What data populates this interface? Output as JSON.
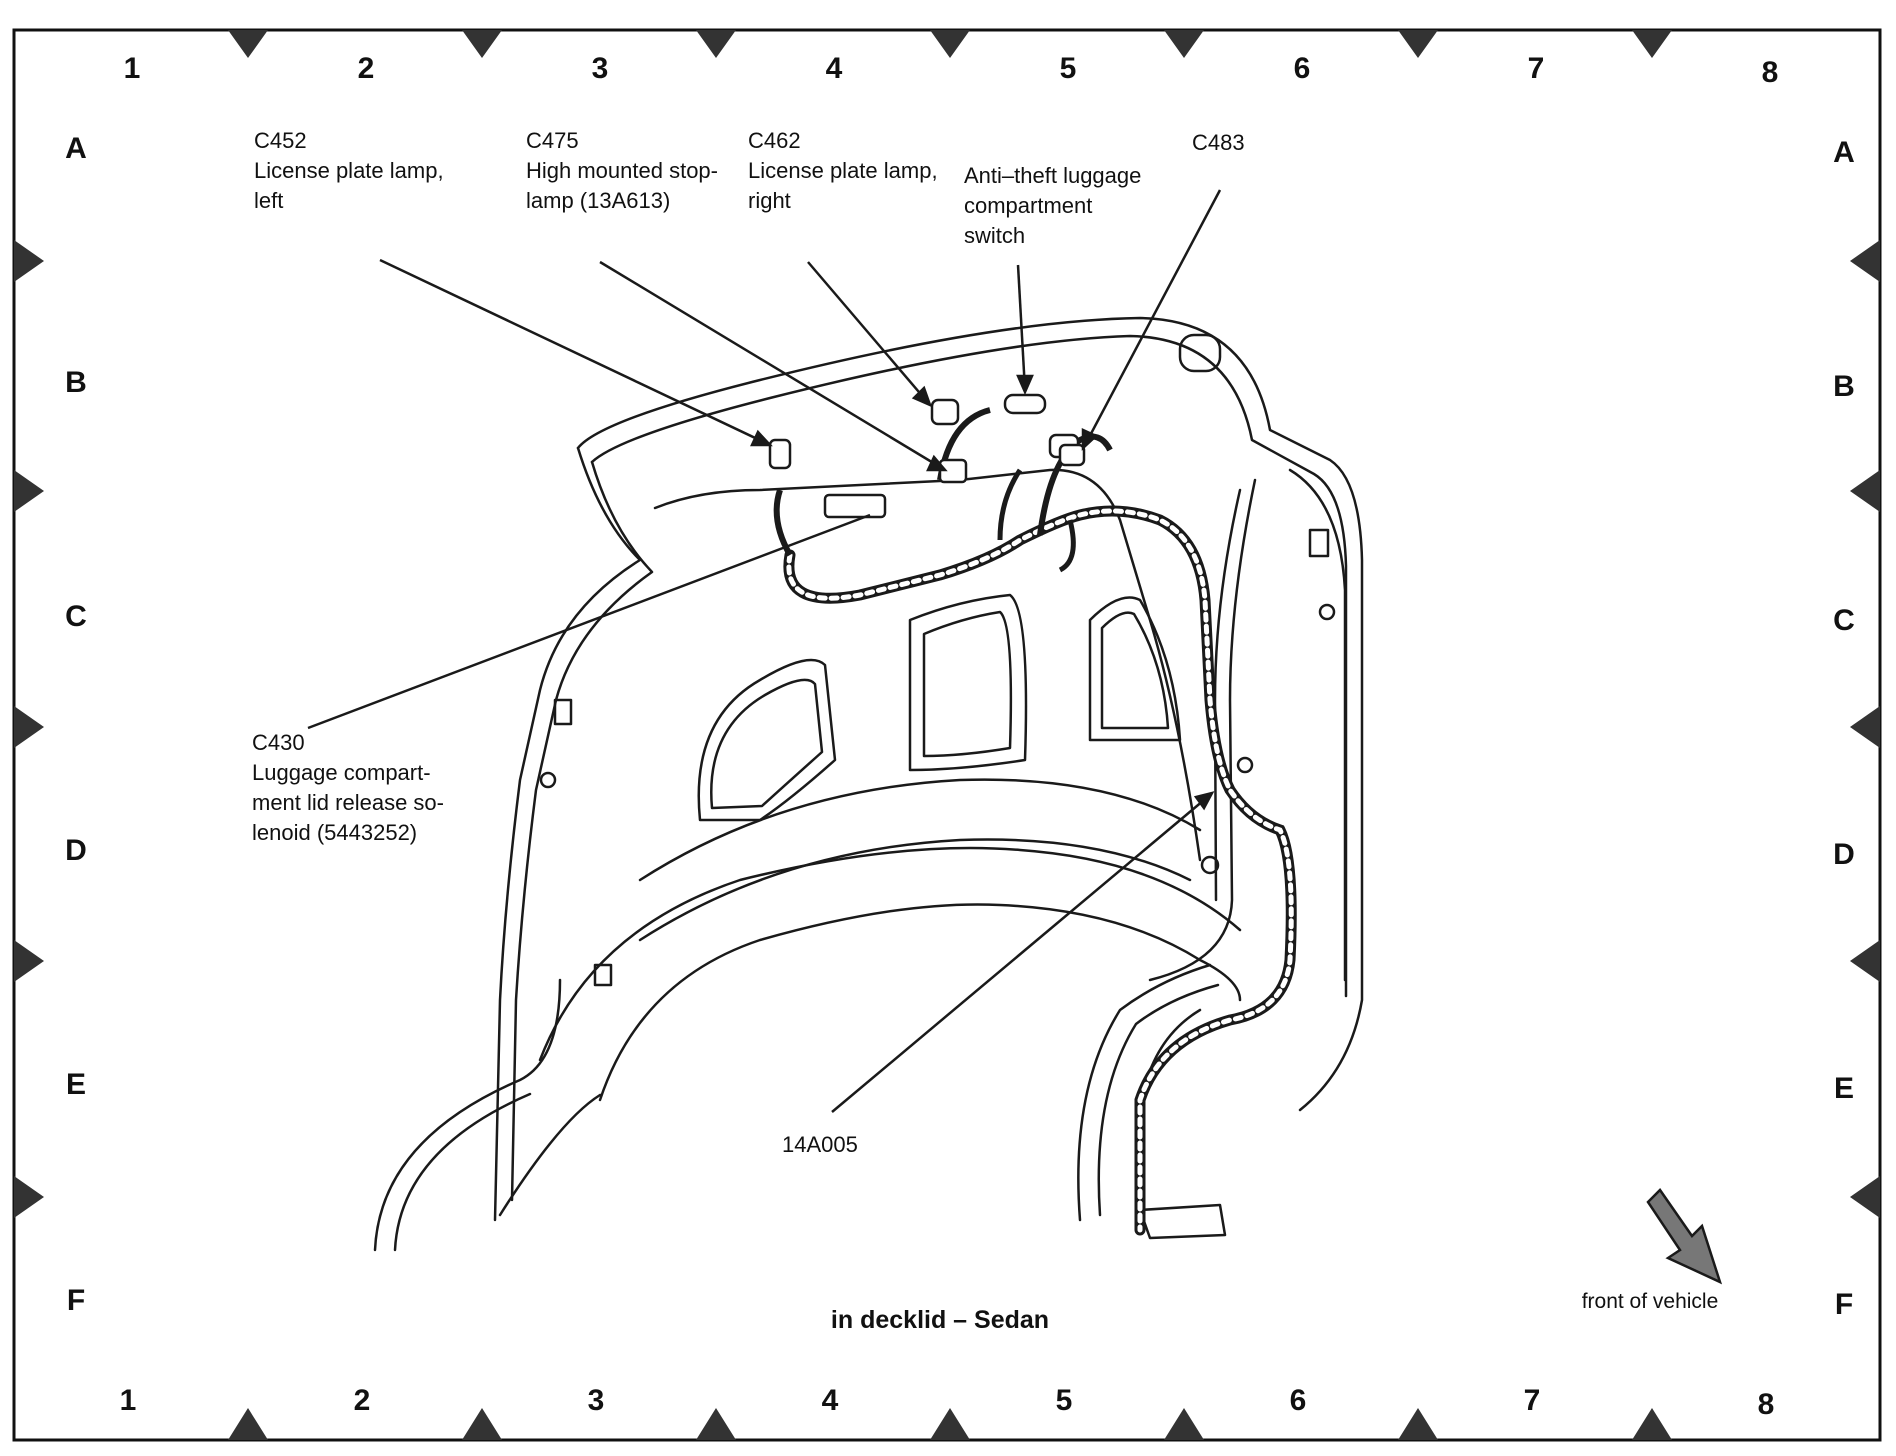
{
  "grid": {
    "columns": [
      "1",
      "2",
      "3",
      "4",
      "5",
      "6",
      "7",
      "8"
    ],
    "rows": [
      "A",
      "B",
      "C",
      "D",
      "E",
      "F"
    ]
  },
  "callouts": {
    "c452": {
      "code": "C452",
      "desc": [
        "License plate lamp,",
        "left"
      ]
    },
    "c475": {
      "code": "C475",
      "desc": [
        "High mounted stop-",
        "lamp (13A613)"
      ]
    },
    "c462": {
      "code": "C462",
      "desc": [
        "License plate lamp,",
        "right"
      ]
    },
    "antitheft": {
      "code": "",
      "desc": [
        "Anti–theft luggage",
        "compartment",
        "switch"
      ]
    },
    "c483": {
      "code": "C483",
      "desc": []
    },
    "c430": {
      "code": "C430",
      "desc": [
        "Luggage compart-",
        "ment lid release so-",
        "lenoid (5443252)"
      ]
    },
    "harness": {
      "code": "14A005",
      "desc": []
    }
  },
  "caption": "in decklid – Sedan",
  "front_indicator": "front of vehicle",
  "colors": {
    "line": "#1a1a1a",
    "frame": "#111111",
    "marker": "#333333",
    "arrow_fill": "#777777"
  }
}
